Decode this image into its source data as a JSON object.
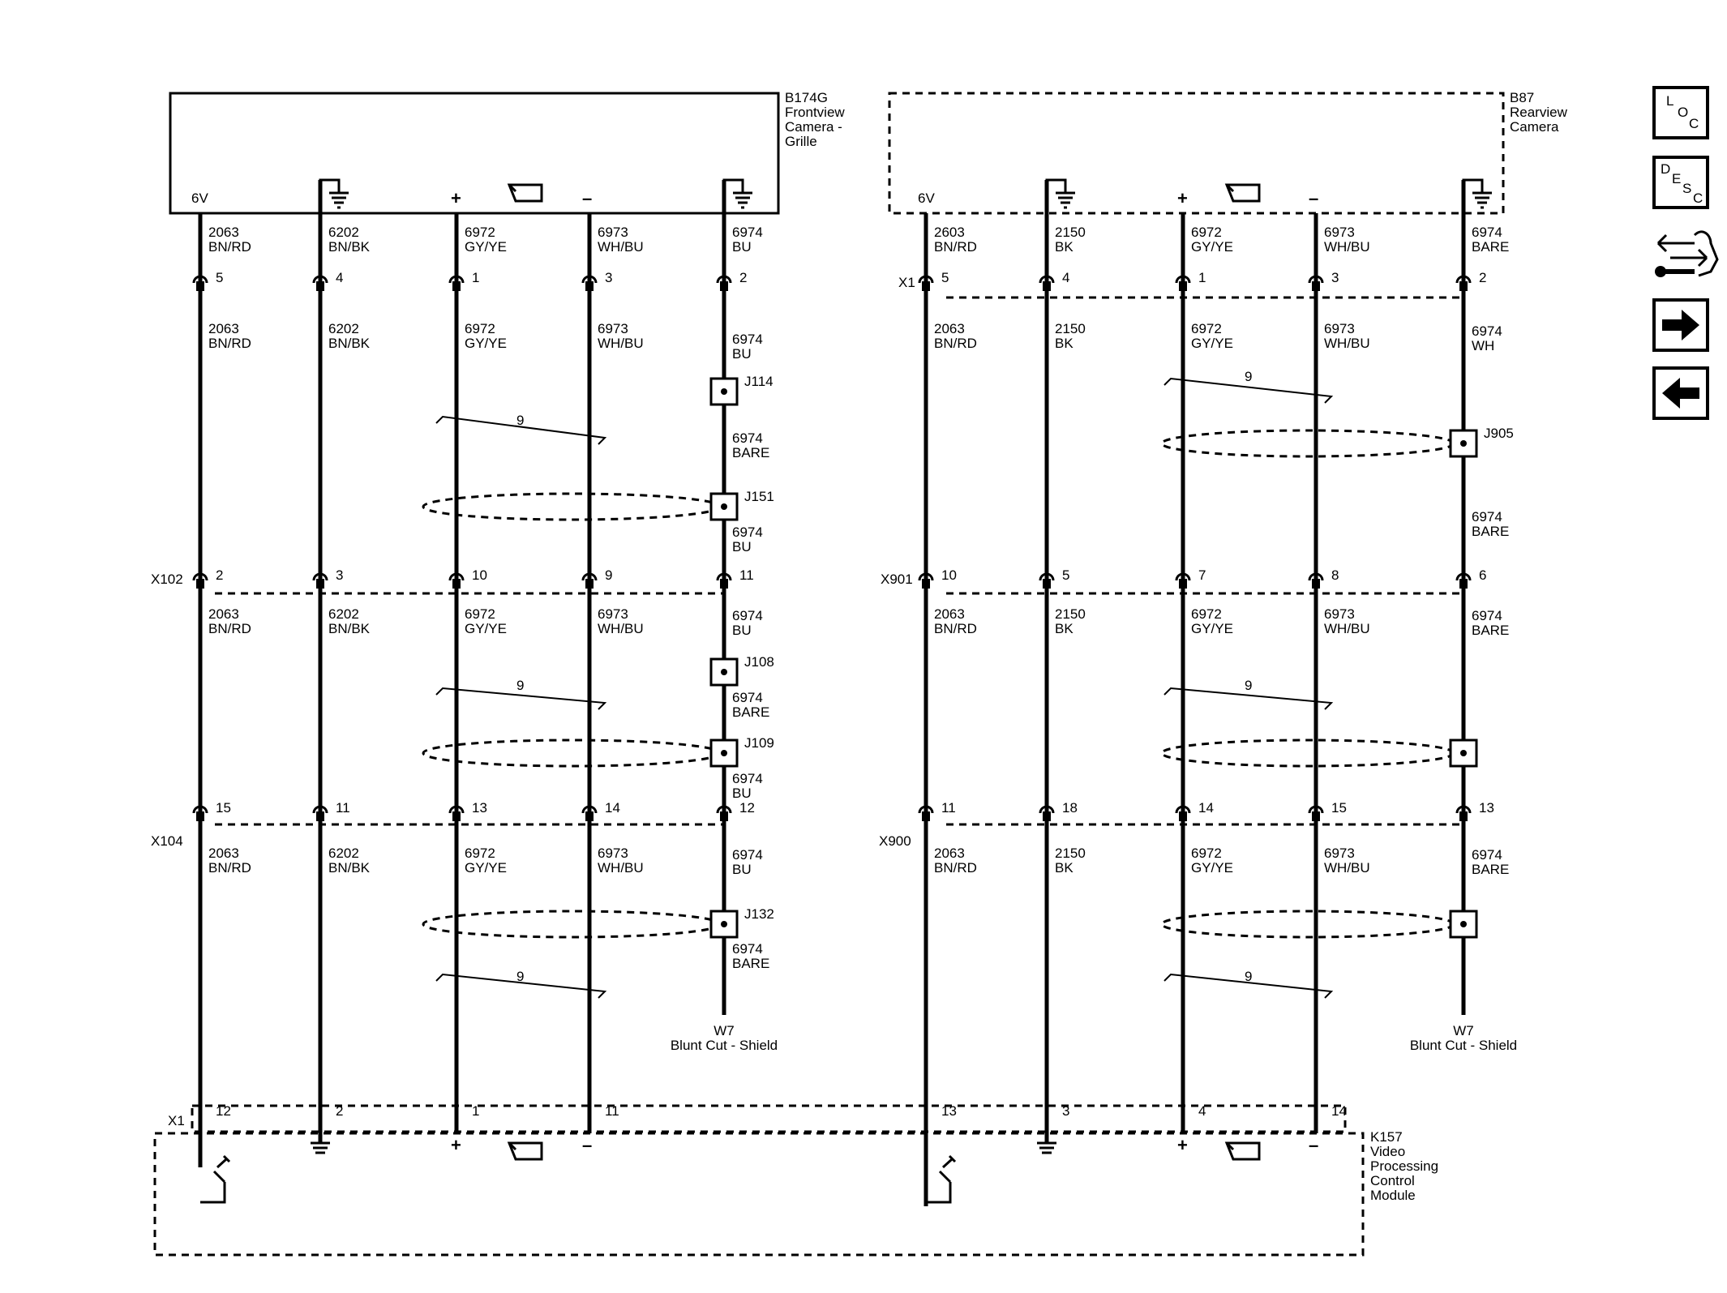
{
  "colors": {
    "ink": "#000000",
    "background": "#ffffff"
  },
  "components": {
    "front_camera": {
      "ref": "B174G",
      "name_lines": [
        "Frontview",
        "Camera -",
        "Grille"
      ]
    },
    "rear_camera": {
      "ref": "B87",
      "name_lines": [
        "Rearview",
        "Camera"
      ]
    },
    "module": {
      "ref": "K157",
      "name_lines": [
        "Video",
        "Processing",
        "Control",
        "Module"
      ]
    }
  },
  "pin_labels": {
    "voltage": "6V",
    "plus": "+",
    "minus": "–"
  },
  "connectors": {
    "front_camera_connector": "",
    "rear_x1": "X1",
    "front_inline_1": "X102",
    "front_inline_2": "X104",
    "rear_inline_1": "X901",
    "rear_inline_2": "X900",
    "module": "X1"
  },
  "splices": {
    "j114": "J114",
    "j151": "J151",
    "j108": "J108",
    "j109": "J109",
    "j132": "J132",
    "j905": "J905"
  },
  "twist_count": "9",
  "shield_terminations": {
    "front": {
      "ref": "W7",
      "desc": "Blunt Cut - Shield"
    },
    "rear": {
      "ref": "W7",
      "desc": "Blunt Cut - Shield"
    }
  },
  "front_circuits": [
    {
      "role": "6V",
      "top": [
        "2063",
        "BN/RD"
      ],
      "pins": [
        "5",
        "2",
        "15",
        "12"
      ],
      "seg2": [
        "2063",
        "BN/RD"
      ],
      "seg3": [
        "2063",
        "BN/RD"
      ],
      "seg4": [
        "2063",
        "BN/RD"
      ]
    },
    {
      "role": "gnd",
      "top": [
        "6202",
        "BN/BK"
      ],
      "pins": [
        "4",
        "3",
        "11",
        "2"
      ],
      "seg2": [
        "6202",
        "BN/BK"
      ],
      "seg3": [
        "6202",
        "BN/BK"
      ],
      "seg4": [
        "6202",
        "BN/BK"
      ]
    },
    {
      "role": "+",
      "top": [
        "6972",
        "GY/YE"
      ],
      "pins": [
        "1",
        "10",
        "13",
        "1"
      ],
      "seg2": [
        "6972",
        "GY/YE"
      ],
      "seg3": [
        "6972",
        "GY/YE"
      ],
      "seg4": [
        "6972",
        "GY/YE"
      ]
    },
    {
      "role": "-",
      "top": [
        "6973",
        "WH/BU"
      ],
      "pins": [
        "3",
        "9",
        "14",
        "11"
      ],
      "seg2": [
        "6973",
        "WH/BU"
      ],
      "seg3": [
        "6973",
        "WH/BU"
      ],
      "seg4": [
        "6973",
        "WH/BU"
      ]
    },
    {
      "role": "shield",
      "top": [
        "6974",
        "BU"
      ],
      "pins": [
        "2",
        "11",
        "12"
      ],
      "seg2a": [
        "6974",
        "BU"
      ],
      "seg2b": [
        "6974",
        "BARE"
      ],
      "seg2c": [
        "6974",
        "BU"
      ],
      "seg3a": [
        "6974",
        "BU"
      ],
      "seg3b": [
        "6974",
        "BARE"
      ],
      "seg3c": [
        "6974",
        "BU"
      ],
      "seg4a": [
        "6974",
        "BU"
      ],
      "seg4b": [
        "6974",
        "BARE"
      ]
    }
  ],
  "rear_circuits": [
    {
      "role": "6V",
      "top": [
        "2603",
        "BN/RD"
      ],
      "pins": [
        "5",
        "10",
        "11",
        "13"
      ],
      "seg2": [
        "2063",
        "BN/RD"
      ],
      "seg3": [
        "2063",
        "BN/RD"
      ],
      "seg4": [
        "2063",
        "BN/RD"
      ]
    },
    {
      "role": "gnd",
      "top": [
        "2150",
        "BK"
      ],
      "pins": [
        "4",
        "5",
        "18",
        "3"
      ],
      "seg2": [
        "2150",
        "BK"
      ],
      "seg3": [
        "2150",
        "BK"
      ],
      "seg4": [
        "2150",
        "BK"
      ]
    },
    {
      "role": "+",
      "top": [
        "6972",
        "GY/YE"
      ],
      "pins": [
        "1",
        "7",
        "14",
        "4"
      ],
      "seg2": [
        "6972",
        "GY/YE"
      ],
      "seg3": [
        "6972",
        "GY/YE"
      ],
      "seg4": [
        "6972",
        "GY/YE"
      ]
    },
    {
      "role": "-",
      "top": [
        "6973",
        "WH/BU"
      ],
      "pins": [
        "3",
        "8",
        "15",
        "14"
      ],
      "seg2": [
        "6973",
        "WH/BU"
      ],
      "seg3": [
        "6973",
        "WH/BU"
      ],
      "seg4": [
        "6973",
        "WH/BU"
      ]
    },
    {
      "role": "shield",
      "top": [
        "6974",
        "BARE"
      ],
      "pins": [
        "2",
        "6",
        "13"
      ],
      "seg2a": [
        "6974",
        "WH"
      ],
      "seg2b": [
        "6974",
        "BARE"
      ],
      "seg3": [
        "6974",
        "BARE"
      ],
      "seg4": [
        "6974",
        "BARE"
      ]
    }
  ],
  "nav_buttons": [
    {
      "name": "loc-button",
      "letters": [
        "L",
        "O",
        "C"
      ]
    },
    {
      "name": "desc-button",
      "letters": [
        "D",
        "E",
        "S",
        "C"
      ]
    }
  ]
}
